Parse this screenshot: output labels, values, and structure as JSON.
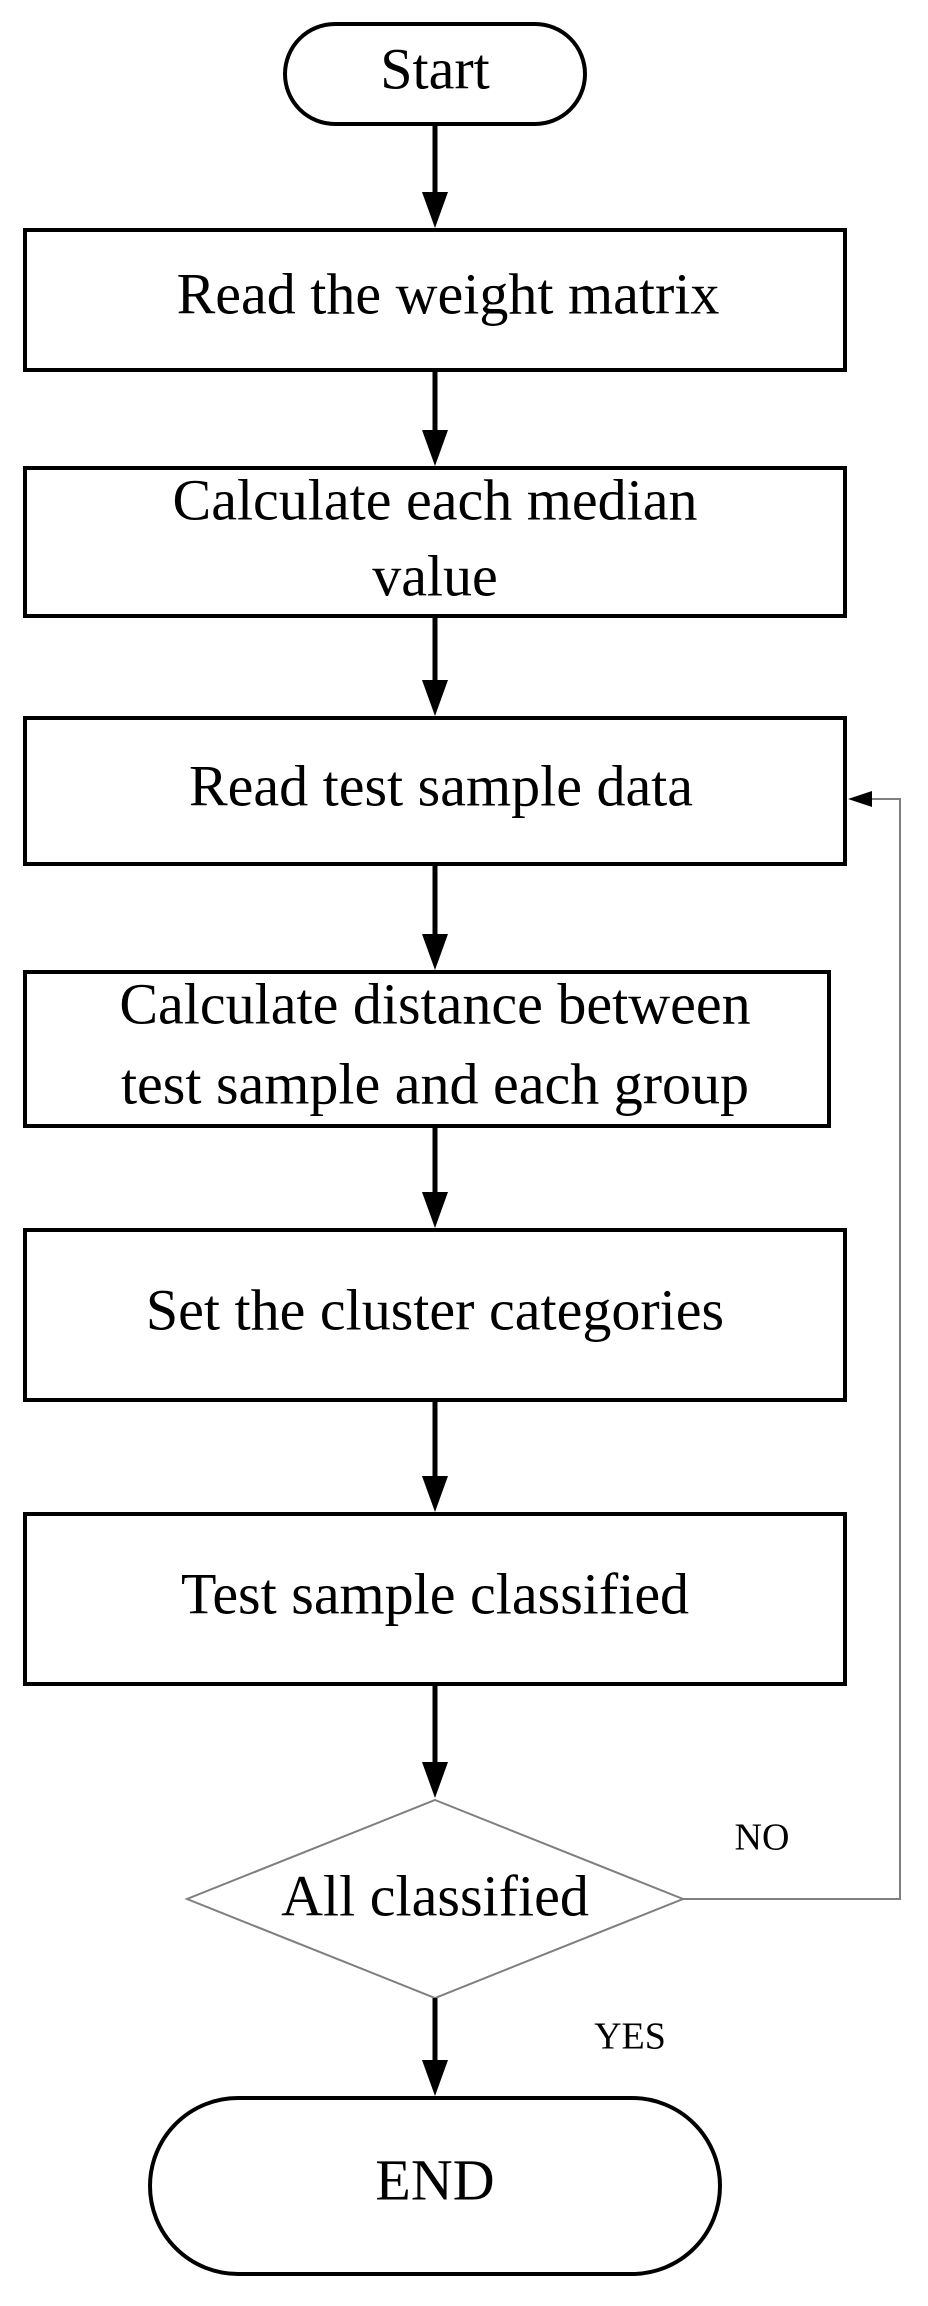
{
  "nodes": {
    "start": "Start",
    "read_weight": "Read the weight matrix",
    "calc_median": [
      "Calculate each median",
      "value"
    ],
    "read_test": "Read test sample data",
    "calc_distance": [
      "Calculate distance between",
      "test sample and each group"
    ],
    "set_cluster": "Set the cluster categories",
    "test_classified": "Test sample classified",
    "decision": "All classified",
    "end": "END"
  },
  "edge_labels": {
    "no": "NO",
    "yes": "YES"
  },
  "colors": {
    "stroke": "#000000",
    "decision_stroke": "#7f7f7f",
    "background": "#ffffff"
  }
}
